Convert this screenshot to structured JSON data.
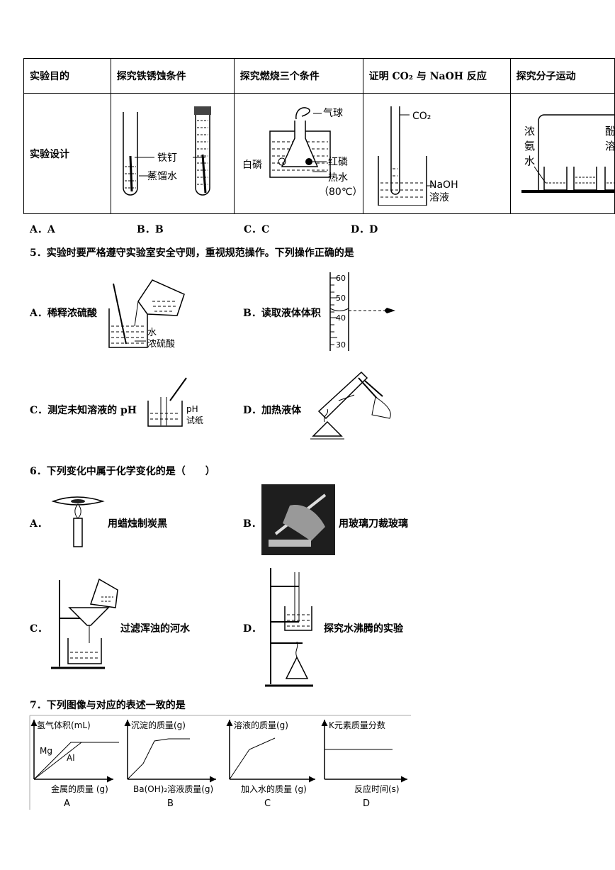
{
  "q4": {
    "table": {
      "row1": [
        "实验目的",
        "探究铁锈蚀条件",
        "探究燃烧三个条件",
        "证明 CO₂ 与 NaOH 反应",
        "探究分子运动"
      ],
      "row2_label": "实验设计",
      "cellB_labels": [
        "铁钉",
        "蒸馏水"
      ],
      "cellC_labels": [
        "气球",
        "白磷",
        "红磷",
        "热水",
        "（80℃）"
      ],
      "cellD_labels": [
        "CO₂",
        "NaOH",
        "溶液"
      ],
      "cellE_labels": [
        "浓",
        "氨",
        "水",
        "酚",
        "溶"
      ]
    },
    "options": [
      "A．A",
      "B．B",
      "C．C",
      "D．D"
    ]
  },
  "q5": {
    "stem": "5．实验时要严格遵守实验室安全守则，重视规范操作。下列操作正确的是",
    "A": {
      "label": "A．稀释浓硫酸",
      "labels": [
        "水",
        "浓硫酸"
      ]
    },
    "B": {
      "label": "B．读取液体体积",
      "scale": [
        "60",
        "50",
        "40",
        "30"
      ]
    },
    "C": {
      "label": "C．测定未知溶液的 pH",
      "labels": [
        "pH",
        "试纸"
      ]
    },
    "D": {
      "label": "D．加热液体"
    }
  },
  "q6": {
    "stem": "6．下列变化中属于化学变化的是（　　）",
    "A": {
      "letter": "A．",
      "text": "用蜡烛制炭黑"
    },
    "B": {
      "letter": "B．",
      "text": "用玻璃刀裁玻璃"
    },
    "C": {
      "letter": "C．",
      "text": "过滤浑浊的河水"
    },
    "D": {
      "letter": "D．",
      "text": "探究水沸腾的实验"
    }
  },
  "q7": {
    "stem": "7．下列图像与对应的表述一致的是",
    "graphs": [
      {
        "letter": "A",
        "ylabel": "氢气体积(mL)",
        "xlabel": "金属的质量 (g)",
        "series": [
          "Mg",
          "Al"
        ]
      },
      {
        "letter": "B",
        "ylabel": "沉淀的质量(g)",
        "xlabel": "Ba(OH)₂溶液质量(g)"
      },
      {
        "letter": "C",
        "ylabel": "溶液的质量(g)",
        "xlabel": "加入水的质量 (g)"
      },
      {
        "letter": "D",
        "ylabel": "K元素质量分数",
        "xlabel": "反应时间(s)"
      }
    ]
  }
}
